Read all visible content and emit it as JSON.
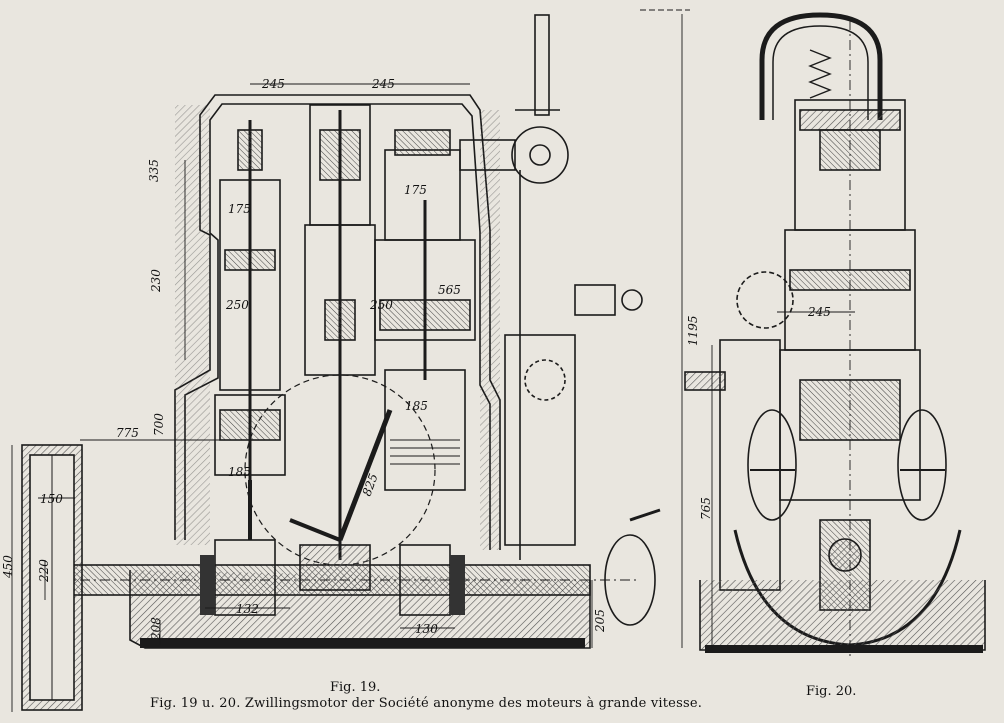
{
  "figure": {
    "fig19_label": "Fig. 19.",
    "fig20_label": "Fig. 20.",
    "caption": "Fig. 19 u. 20.  Zwillingsmotor der Société anonyme des moteurs à grande vitesse."
  },
  "dimensions": {
    "top_left": "245",
    "top_right": "245",
    "h_335": "335",
    "d_175_left": "175",
    "d_175_right": "175",
    "h_230": "230",
    "d_250_left": "250",
    "d_250_mid": "250",
    "d_565": "565",
    "h_1195": "1195",
    "h_700": "700",
    "d_775": "775",
    "d_185_right": "185",
    "d_185_left": "185",
    "d_825": "825",
    "d_150": "150",
    "h_450": "450",
    "d_220": "220",
    "d_132": "132",
    "d_130": "130",
    "h_205": "205",
    "h_208": "208",
    "d_245_fig20": "245",
    "h_765": "765"
  },
  "colors": {
    "paper": "#e9e6df",
    "ink": "#1b1b1b",
    "hatch": "#555555"
  }
}
